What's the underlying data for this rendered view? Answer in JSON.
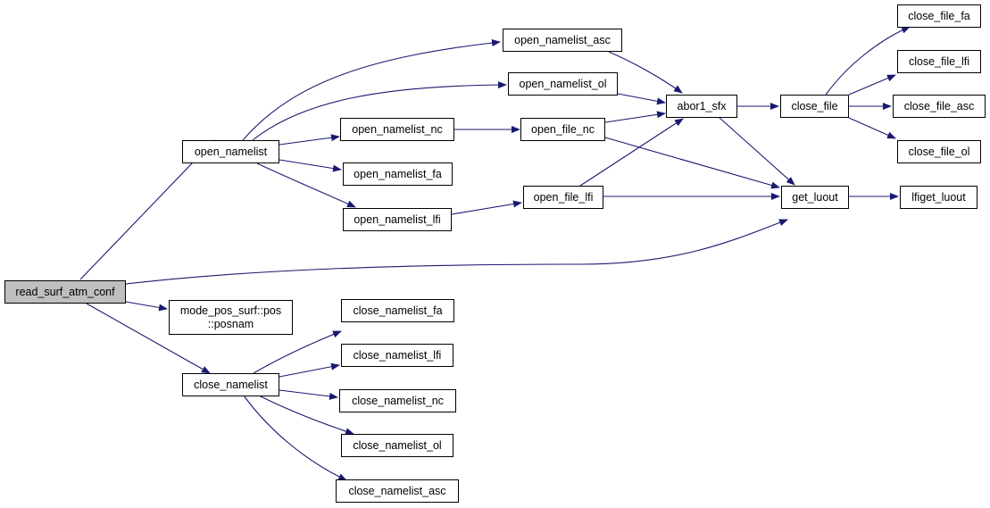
{
  "colors": {
    "edge": "#191970",
    "root_fill": "#bfbfbf",
    "node_fill": "#ffffff",
    "node_border": "#000000"
  },
  "nodes": {
    "read_surf_atm_conf": "read_surf_atm_conf",
    "open_namelist": "open_namelist",
    "open_namelist_asc": "open_namelist_asc",
    "open_namelist_ol": "open_namelist_ol",
    "open_namelist_nc": "open_namelist_nc",
    "open_namelist_fa": "open_namelist_fa",
    "open_namelist_lfi": "open_namelist_lfi",
    "open_file_nc": "open_file_nc",
    "open_file_lfi": "open_file_lfi",
    "abor1_sfx": "abor1_sfx",
    "close_file": "close_file",
    "close_file_fa": "close_file_fa",
    "close_file_lfi": "close_file_lfi",
    "close_file_asc": "close_file_asc",
    "close_file_ol": "close_file_ol",
    "get_luout": "get_luout",
    "lfiget_luout": "lfiget_luout",
    "mode_pos_surf_line1": "mode_pos_surf::pos",
    "mode_pos_surf_line2": "::posnam",
    "close_namelist": "close_namelist",
    "close_namelist_fa": "close_namelist_fa",
    "close_namelist_lfi": "close_namelist_lfi",
    "close_namelist_nc": "close_namelist_nc",
    "close_namelist_ol": "close_namelist_ol",
    "close_namelist_asc": "close_namelist_asc"
  },
  "edges": [
    [
      "read_surf_atm_conf",
      "open_namelist"
    ],
    [
      "read_surf_atm_conf",
      "get_luout"
    ],
    [
      "read_surf_atm_conf",
      "mode_pos_surf"
    ],
    [
      "read_surf_atm_conf",
      "close_namelist"
    ],
    [
      "open_namelist",
      "open_namelist_asc"
    ],
    [
      "open_namelist",
      "open_namelist_ol"
    ],
    [
      "open_namelist",
      "open_namelist_nc"
    ],
    [
      "open_namelist",
      "open_namelist_fa"
    ],
    [
      "open_namelist",
      "open_namelist_lfi"
    ],
    [
      "open_namelist_asc",
      "abor1_sfx"
    ],
    [
      "open_namelist_ol",
      "abor1_sfx"
    ],
    [
      "open_namelist_nc",
      "open_file_nc"
    ],
    [
      "open_namelist_lfi",
      "open_file_lfi"
    ],
    [
      "open_file_nc",
      "abor1_sfx"
    ],
    [
      "open_file_nc",
      "get_luout"
    ],
    [
      "open_file_lfi",
      "abor1_sfx"
    ],
    [
      "open_file_lfi",
      "get_luout"
    ],
    [
      "abor1_sfx",
      "close_file"
    ],
    [
      "abor1_sfx",
      "get_luout"
    ],
    [
      "close_file",
      "close_file_fa"
    ],
    [
      "close_file",
      "close_file_lfi"
    ],
    [
      "close_file",
      "close_file_asc"
    ],
    [
      "close_file",
      "close_file_ol"
    ],
    [
      "get_luout",
      "lfiget_luout"
    ],
    [
      "close_namelist",
      "close_namelist_fa"
    ],
    [
      "close_namelist",
      "close_namelist_lfi"
    ],
    [
      "close_namelist",
      "close_namelist_nc"
    ],
    [
      "close_namelist",
      "close_namelist_ol"
    ],
    [
      "close_namelist",
      "close_namelist_asc"
    ]
  ]
}
